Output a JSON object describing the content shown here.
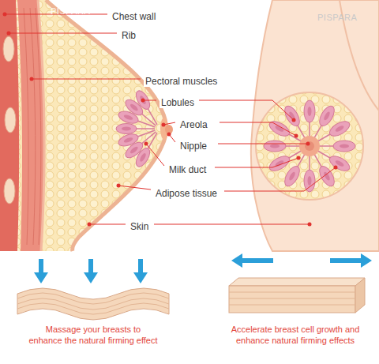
{
  "diagram": {
    "labels": [
      "PISPARA",
      "PISPARA",
      "Chest wall",
      "Rib",
      "Pectoral muscles",
      "Lobules",
      "Areola",
      "Nipple",
      "Milk duct",
      "Adipose tissue",
      "Skin",
      "Massage your breasts to enhance the natural firming effect",
      "Accelerate breast cell growth and enhance natural firming effects"
    ]
  }
}
